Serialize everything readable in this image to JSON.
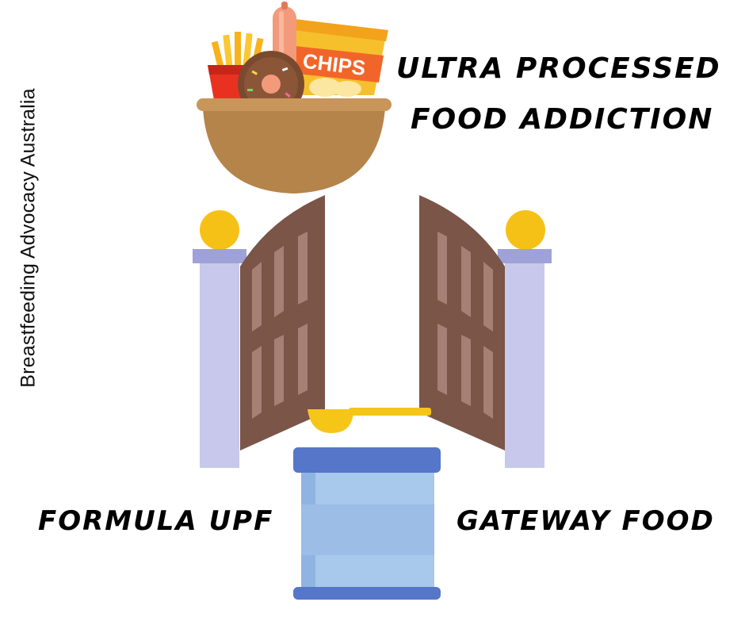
{
  "credit": "Breastfeeding Advocacy Australia",
  "labels": {
    "upf_line1": "ULTRA PROCESSED",
    "upf_line2": "FOOD ADDICTION",
    "formula": "FORMULA UPF",
    "gateway": "GATEWAY FOOD",
    "chips": "CHIPS"
  },
  "colors": {
    "bowl": "#b5844b",
    "bowl_rim": "#c8955a",
    "gate_wood": "#7a5548",
    "gate_slat": "#a67f75",
    "pillar": "#c7c8ec",
    "pillar_cap": "#9fa2d8",
    "ball": "#f6c117",
    "tin_body": "#a8c8ec",
    "tin_band": "#5576c9",
    "scoop": "#f5c518",
    "chips_bag": "#f6c02d",
    "chips_band": "#f2652a",
    "fries_box": "#e8321f",
    "fries": "#f8b21b",
    "sausage": "#f39a7a",
    "donut": "#7a4a2f"
  }
}
